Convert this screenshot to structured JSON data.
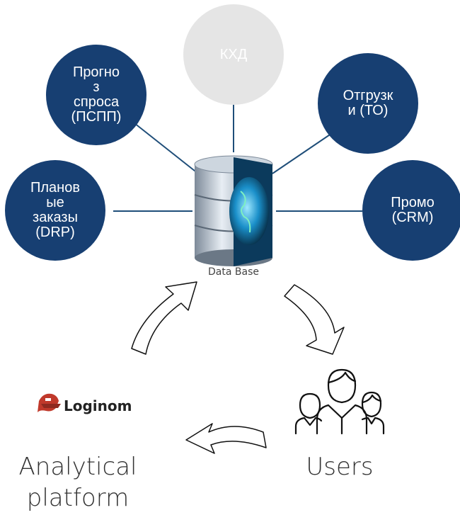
{
  "nodes": {
    "kxd": "КХД",
    "forecast": "Прогно\nз\nспроса\n(ПСПП)",
    "shipments": "Отгрузк\nи (ТО)",
    "planned": "Планов\nые\nзаказы\n(DRP)",
    "promo": "Промо\n(CRM)"
  },
  "database_label": "Data Base",
  "logo_text": "Loginom",
  "analytical_label": "Analytical\nplatform",
  "users_label": "Users",
  "colors": {
    "dark_node": "#173f72",
    "light_node": "#e5e5e5",
    "line": "#1f4e79"
  },
  "icons": [
    "database-icon",
    "loginom-logo-icon",
    "users-group-icon",
    "curved-arrow-icon"
  ]
}
